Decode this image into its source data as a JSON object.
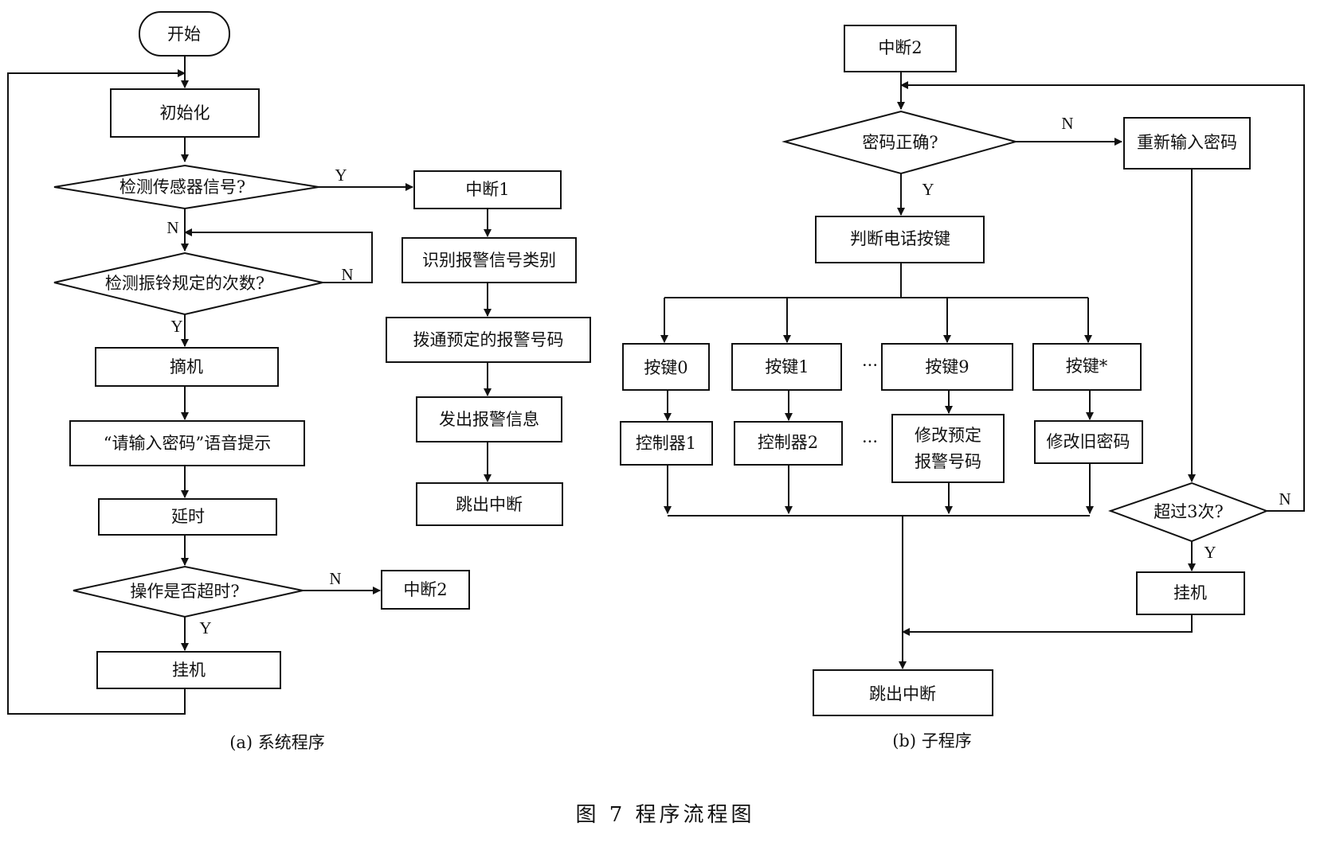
{
  "system": {
    "start": "开始",
    "init": "初始化",
    "detect_sensor": "检测传感器信号?",
    "detect_ring": "检测振铃规定的次数?",
    "off_hook": "摘机",
    "voice_prompt": "“请输入密码”语音提示",
    "delay": "延时",
    "timeout": "操作是否超时?",
    "hang_up": "挂机",
    "int2": "中断2",
    "int1": "中断1",
    "identify": "识别报警信号类别",
    "dial": "拨通预定的报警号码",
    "send_alarm": "发出报警信息",
    "exit_int": "跳出中断",
    "caption": "(a) 系统程序"
  },
  "subroutine": {
    "int2": "中断2",
    "pwd_correct": "密码正确?",
    "reenter": "重新输入密码",
    "judge_key": "判断电话按键",
    "key0": "按键0",
    "key1": "按键1",
    "key9": "按键9",
    "key_star": "按键*",
    "ctrl1": "控制器1",
    "ctrl2": "控制器2",
    "modify_line1": "修改预定",
    "modify_line2": "报警号码",
    "modify_old": "修改旧密码",
    "over3": "超过3次?",
    "hang_up": "挂机",
    "exit_int": "跳出中断",
    "ellipsis": "···",
    "caption": "(b) 子程序"
  },
  "labels": {
    "yes": "Y",
    "no": "N"
  },
  "figure_caption": "图 7   程序流程图"
}
